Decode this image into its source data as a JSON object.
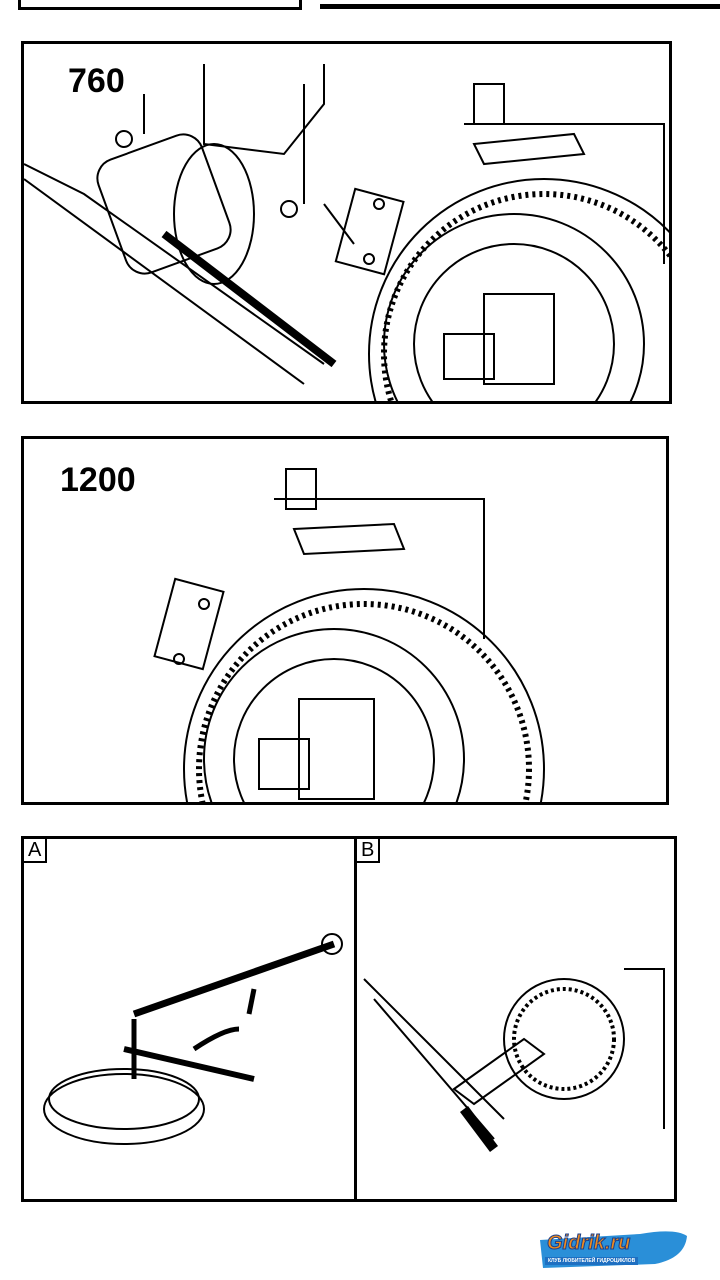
{
  "figures": [
    {
      "label": "760"
    },
    {
      "label": "1200"
    },
    {
      "sub_labels": [
        "A",
        "B"
      ]
    }
  ],
  "logo": {
    "title": "Gidrik.ru",
    "subtitle": "КЛУБ ЛЮБИТЕЛЕЙ ГИДРОЦИКЛОВ"
  }
}
